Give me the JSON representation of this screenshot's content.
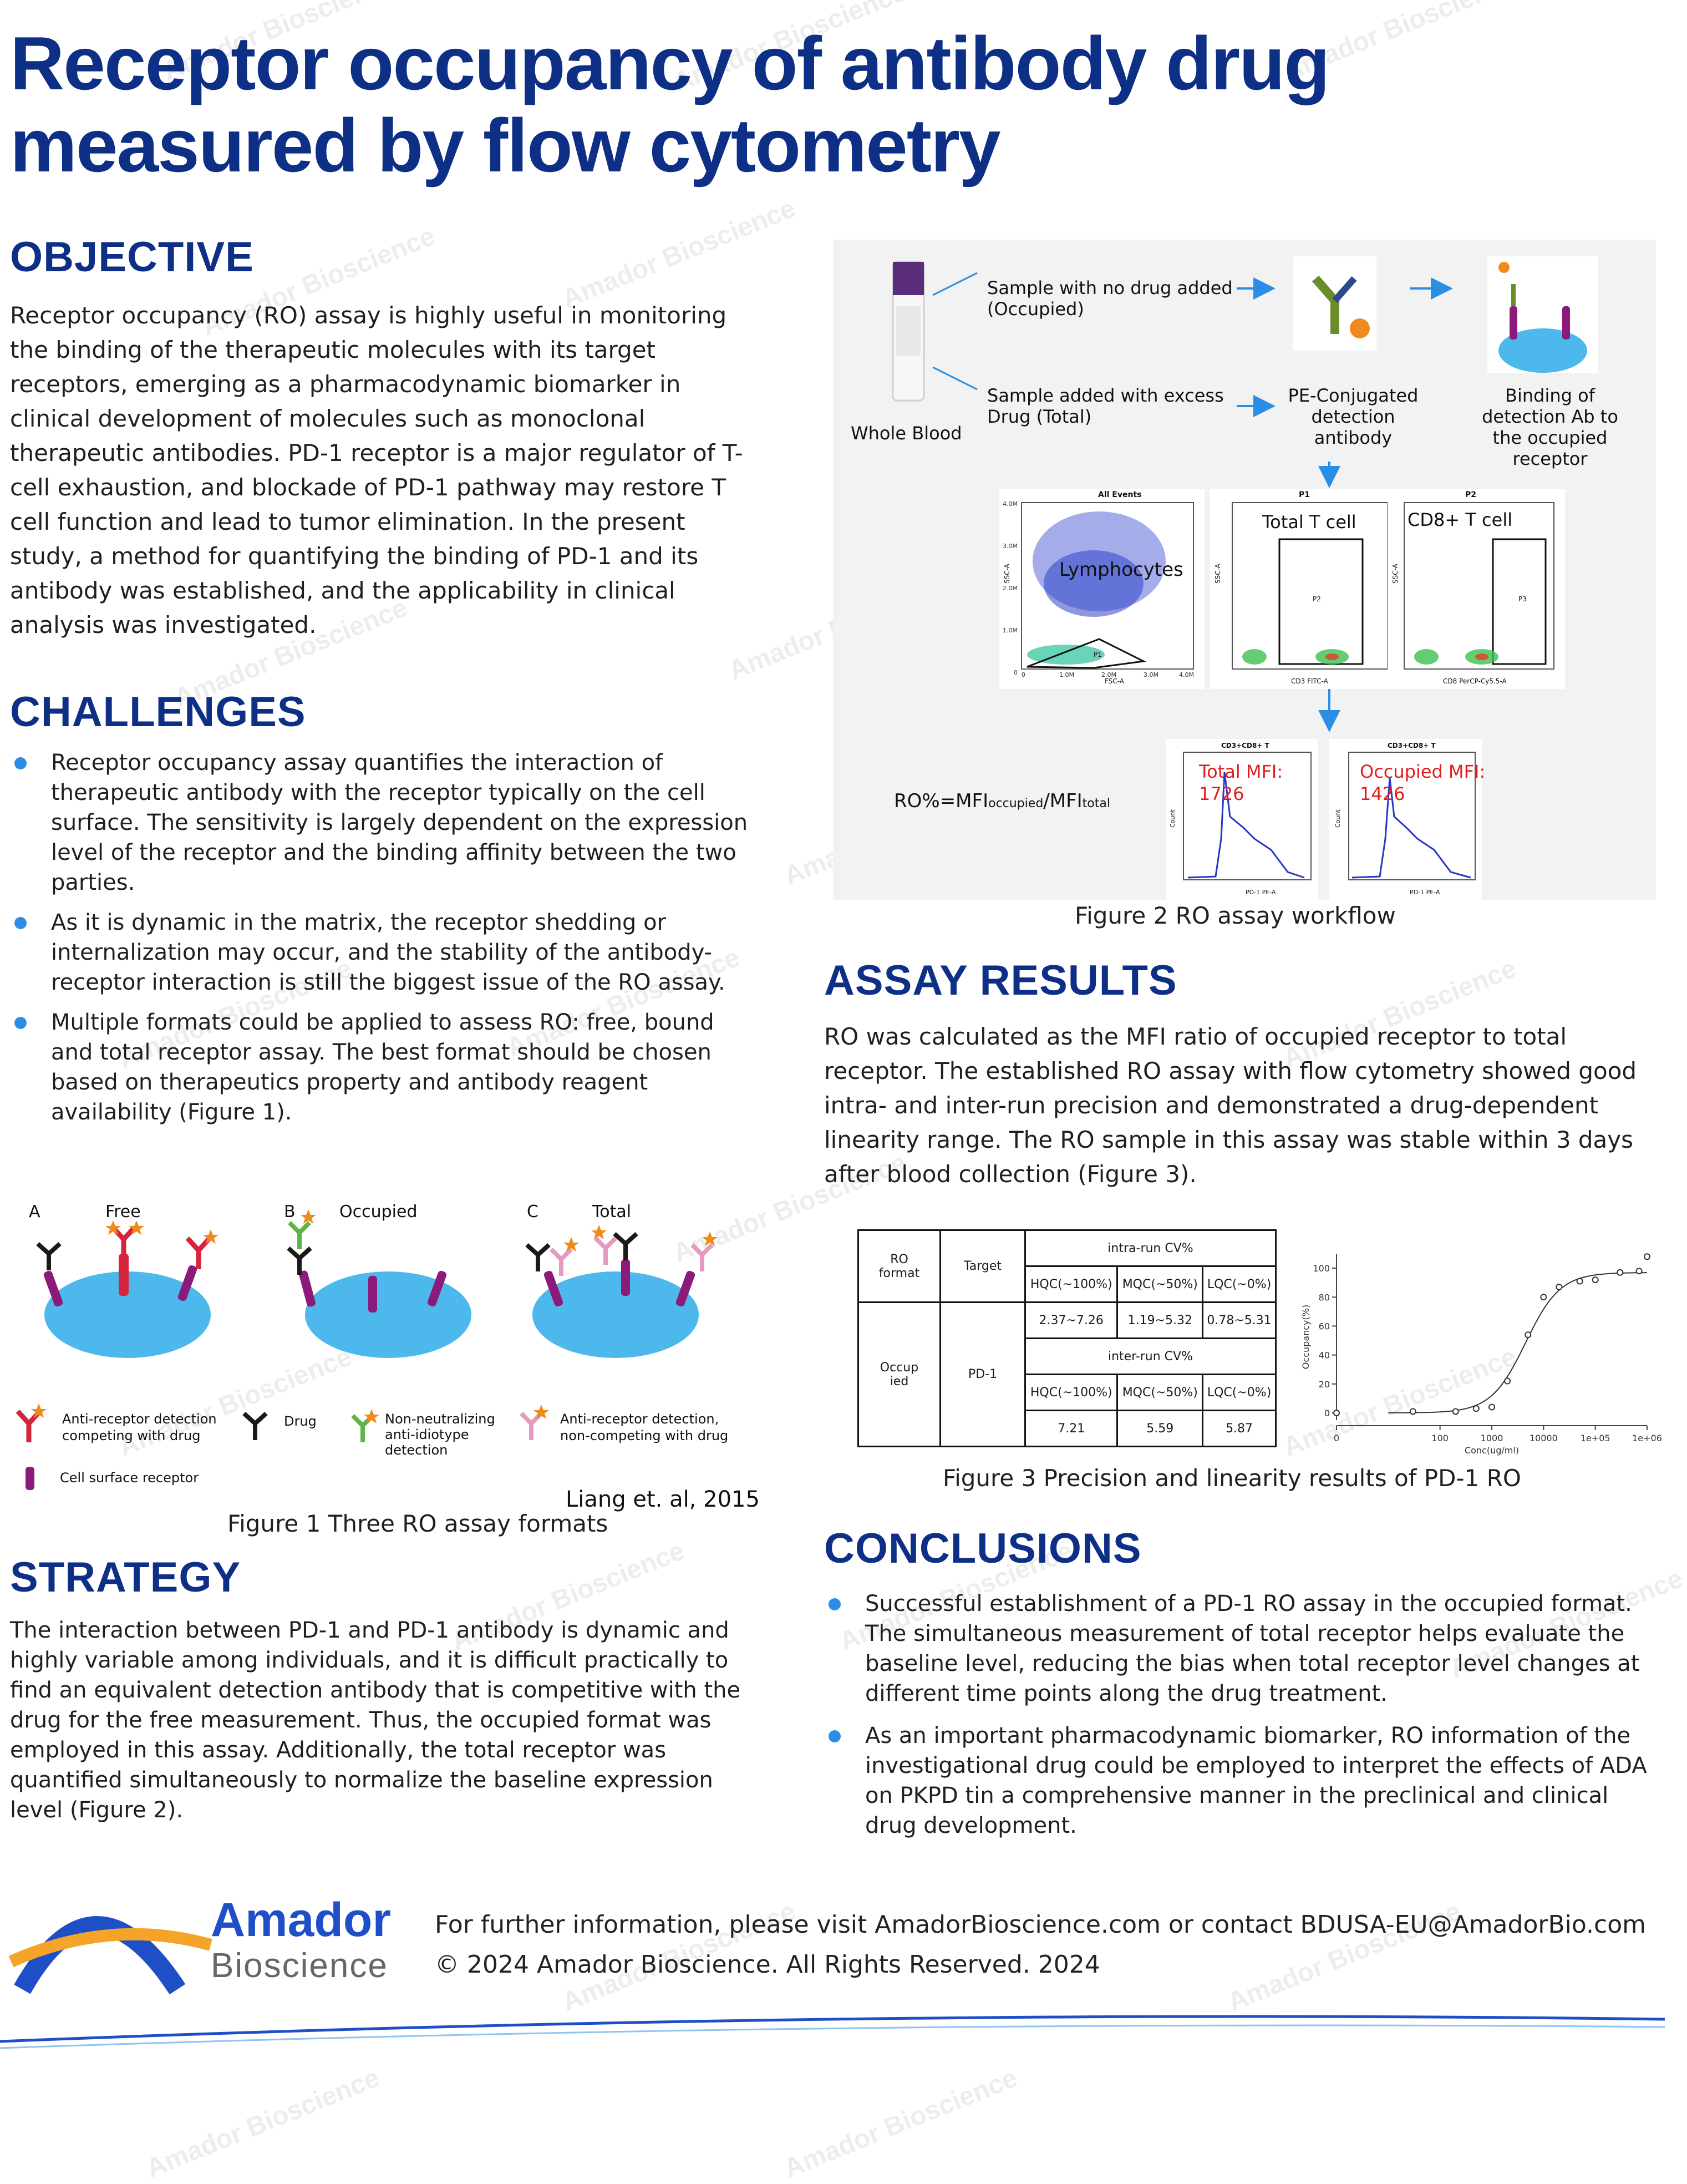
{
  "title": "Receptor occupancy of antibody drug measured by flow cytometry",
  "objective": {
    "heading": "OBJECTIVE",
    "text": "Receptor occupancy (RO) assay is highly useful in monitoring the binding of the therapeutic molecules with its target receptors, emerging as a pharmacodynamic biomarker in clinical development of molecules such as monoclonal therapeutic antibodies. PD-1 receptor is a major regulator of T-cell exhaustion, and blockade of PD-1 pathway may restore T cell function and lead to tumor elimination. In the present study, a method for quantifying the binding of PD-1 and its antibody was established, and the applicability in clinical analysis was investigated."
  },
  "challenges": {
    "heading": "CHALLENGES",
    "items": [
      "Receptor occupancy assay quantifies the interaction of therapeutic antibody with the receptor typically on the cell surface. The sensitivity is largely dependent on the expression level of the receptor and the binding affinity between the two parties.",
      "As it is dynamic in the matrix, the receptor shedding or internalization may occur, and the stability of the antibody-receptor interaction is still the biggest issue of the RO assay.",
      "Multiple formats could be applied to assess RO: free, bound and total receptor assay. The best format should be chosen based on therapeutics property and antibody reagent availability (Figure 1)."
    ]
  },
  "figure1": {
    "panels": [
      {
        "letter": "A",
        "name": "Free"
      },
      {
        "letter": "B",
        "name": "Occupied"
      },
      {
        "letter": "C",
        "name": "Total"
      }
    ],
    "legend": {
      "anti_receptor_competing": "Anti-receptor detection competing with drug",
      "drug": "Drug",
      "non_neutralizing": "Non-neutralizing anti-idiotype detection",
      "anti_receptor_non_competing": "Anti-receptor detection, non-competing with drug",
      "receptor": "Cell surface receptor"
    },
    "citation": "Liang et. al, 2015",
    "caption": "Figure 1 Three RO assay formats"
  },
  "strategy": {
    "heading": "STRATEGY",
    "text": "The interaction between PD-1 and PD-1 antibody is dynamic and highly variable among individuals, and it is difficult practically to find an equivalent detection antibody that is competitive with the drug for the free measurement. Thus, the occupied format was employed in this assay. Additionally, the total receptor was quantified simultaneously to normalize the baseline expression level (Figure 2)."
  },
  "figure2": {
    "whole_blood": "Whole Blood",
    "no_drug": "Sample with no drug added (Occupied)",
    "excess_drug": "Sample added with excess Drug (Total)",
    "pe_antibody": "PE-Conjugated detection antibody",
    "binding": "Binding of detection Ab to the occupied receptor",
    "gates": {
      "all_events": "All Events",
      "lymphocytes": "Lymphocytes",
      "p1": "P1",
      "total_t": "Total T cell",
      "p2": "P2",
      "cd8": "CD8+ T cell",
      "p3": "P3",
      "x1": "FSC-A",
      "y1": "SSC-A",
      "x2": "CD3 FITC-A",
      "y2": "SSC-A",
      "x3": "CD8 PerCP-Cy5.5-A",
      "y3": "SSC-A",
      "ticks_y": [
        "4.0M",
        "3.0M",
        "2.0M",
        "1.0M",
        "0"
      ],
      "ticks_x1": [
        "0",
        "1.0M",
        "2.0M",
        "3.0M",
        "4.0M"
      ]
    },
    "hist_title": "CD3+CD8+ T",
    "hist_x": "PD-1 PE-A",
    "hist_y": "Count",
    "total_mfi_label": "Total MFI:",
    "total_mfi_value": "1726",
    "occupied_mfi_label": "Occupied MFI:",
    "occupied_mfi_value": "1426",
    "formula_a": "RO%=MFI",
    "formula_b": "occupied",
    "formula_c": "/MFI",
    "formula_d": "total",
    "caption": "Figure 2 RO assay workflow"
  },
  "results": {
    "heading": "ASSAY RESULTS",
    "text": "RO was calculated as the MFI ratio of occupied receptor to total receptor. The established RO assay with flow cytometry showed good intra- and inter-run precision and demonstrated a drug-dependent linearity range. The RO sample in this assay was stable within 3 days after blood collection (Figure 3)."
  },
  "table": {
    "ro_format": "RO format",
    "target": "Target",
    "intra": "intra-run CV%",
    "inter": "inter-run CV%",
    "hqc": "HQC(~100%)",
    "mqc": "MQC(~50%)",
    "lqc": "LQC(~0%)",
    "occupied": "Occup ied",
    "pd1": "PD-1",
    "intra_vals": [
      "2.37~7.26",
      "1.19~5.32",
      "0.78~5.31"
    ],
    "inter_vals": [
      "7.21",
      "5.59",
      "5.87"
    ]
  },
  "chart_data": {
    "type": "scatter",
    "xscale": "log",
    "xlabel": "Conc(ug/ml)",
    "ylabel": "Occupancy(%)",
    "xticks": [
      "0",
      "100",
      "1000",
      "10000",
      "1e+05",
      "1e+06"
    ],
    "yticks": [
      0,
      20,
      40,
      60,
      80,
      100
    ],
    "ylim": [
      -5,
      110
    ],
    "points": [
      {
        "x": 1,
        "y": 0
      },
      {
        "x": 30,
        "y": 1
      },
      {
        "x": 200,
        "y": 1
      },
      {
        "x": 500,
        "y": 3
      },
      {
        "x": 1000,
        "y": 4
      },
      {
        "x": 2000,
        "y": 22
      },
      {
        "x": 5000,
        "y": 54
      },
      {
        "x": 10000,
        "y": 80
      },
      {
        "x": 20000,
        "y": 87
      },
      {
        "x": 50000,
        "y": 91
      },
      {
        "x": 100000,
        "y": 92
      },
      {
        "x": 300000,
        "y": 97
      },
      {
        "x": 700000,
        "y": 98
      },
      {
        "x": 1000000,
        "y": 108
      }
    ],
    "fit": {
      "ec50": 4500,
      "hill": 1.3,
      "top": 97,
      "bottom": 0
    }
  },
  "figure3_caption": "Figure 3 Precision and linearity results of PD-1 RO",
  "conclusions": {
    "heading": "CONCLUSIONS",
    "items": [
      "Successful establishment of a PD-1 RO assay in the occupied format. The simultaneous measurement of total receptor helps evaluate the baseline level, reducing the bias when total receptor level changes at different time points along the drug treatment.",
      "As an important pharmacodynamic biomarker, RO information of the investigational drug could be employed to interpret the effects of ADA on PKPD tin a comprehensive manner in the preclinical and clinical drug development."
    ]
  },
  "footer": {
    "brand_1": "Amador",
    "brand_2": "Bioscience",
    "info": "For further information, please visit AmadorBioscience.com or contact BDUSA-EU@AmadorBio.com",
    "copyright": "© 2024 Amador Bioscience. All Rights Reserved. 2024"
  },
  "watermark": "Amador Bioscience",
  "colors": {
    "heading": "#0e2f86",
    "bullet": "#2b8ee6",
    "cell": "#4db8ec",
    "receptor": "#8b1a7a",
    "mfi": "#e21b1b"
  }
}
